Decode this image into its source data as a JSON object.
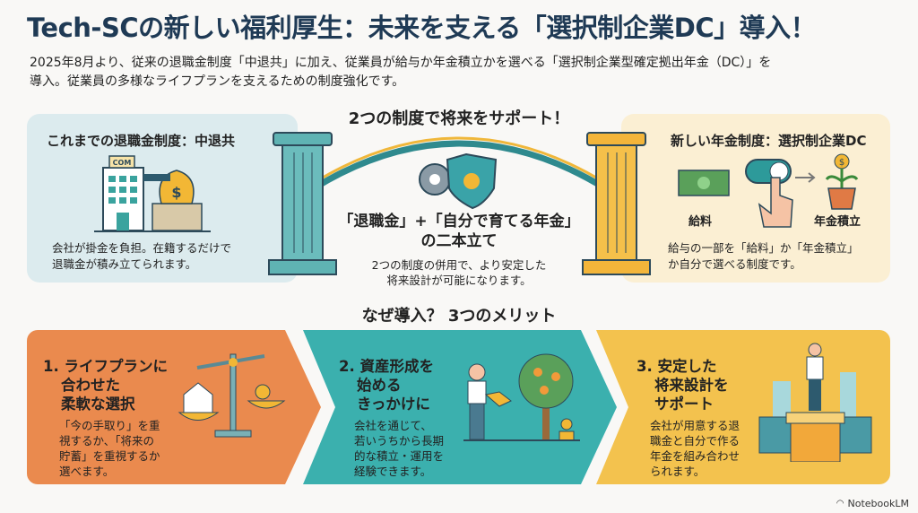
{
  "title": "Tech-SCの新しい福利厚生：未来を支える「選択制企業DC」導入！",
  "intro": [
    "2025年8月より、従来の退職金制度「中退共」に加え、従業員が給与か年金積立かを選べる「選択制企業型確定拠出年金（DC）」を",
    "導入。従業員の多様なライフプランを支えるための制度強化です。"
  ],
  "left_panel": {
    "heading": "これまでの退職金制度：中退共",
    "building_sign": "COM",
    "text": [
      "会社が掛金を負担。在籍するだけで",
      "退職金が積み立てられます。"
    ]
  },
  "center": {
    "heading": "2つの制度で将来をサポート！",
    "main": [
      "「退職金」+「自分で育てる年金」",
      "の二本立て"
    ],
    "sub": [
      "2つの制度の併用で、より安定した",
      "将来設計が可能になります。"
    ]
  },
  "right_panel": {
    "heading": "新しい年金制度：選択制企業DC",
    "salary_label": "給料",
    "pension_label": "年金積立",
    "text": [
      "給与の一部を「給料」か「年金積立」",
      "か自分で選べる制度です。"
    ]
  },
  "merits_heading": "なぜ導入？ 3つのメリット",
  "merits": [
    {
      "title": [
        "1. ライフプランに",
        "合わせた",
        "柔軟な選択"
      ],
      "text": [
        "「今の手取り」を重",
        "視するか、「将来の",
        "貯蓄」を重視するか",
        "選べます。"
      ]
    },
    {
      "title": [
        "2. 資産形成を",
        "始める",
        "きっかけに"
      ],
      "text": [
        "会社を通じて、",
        "若いうちから長期",
        "的な積立・運用を",
        "経験できます。"
      ]
    },
    {
      "title": [
        "3. 安定した",
        "将来設計を",
        "サポート"
      ],
      "text": [
        "会社が用意する退",
        "職金と自分で作る",
        "年金を組み合わせ",
        "られます。"
      ]
    }
  ],
  "brand": "NotebookLM",
  "colors": {
    "title": "#1f3a55",
    "orange": "#ea8a4e",
    "teal": "#3bb0ae",
    "yellow": "#f3c24e"
  }
}
